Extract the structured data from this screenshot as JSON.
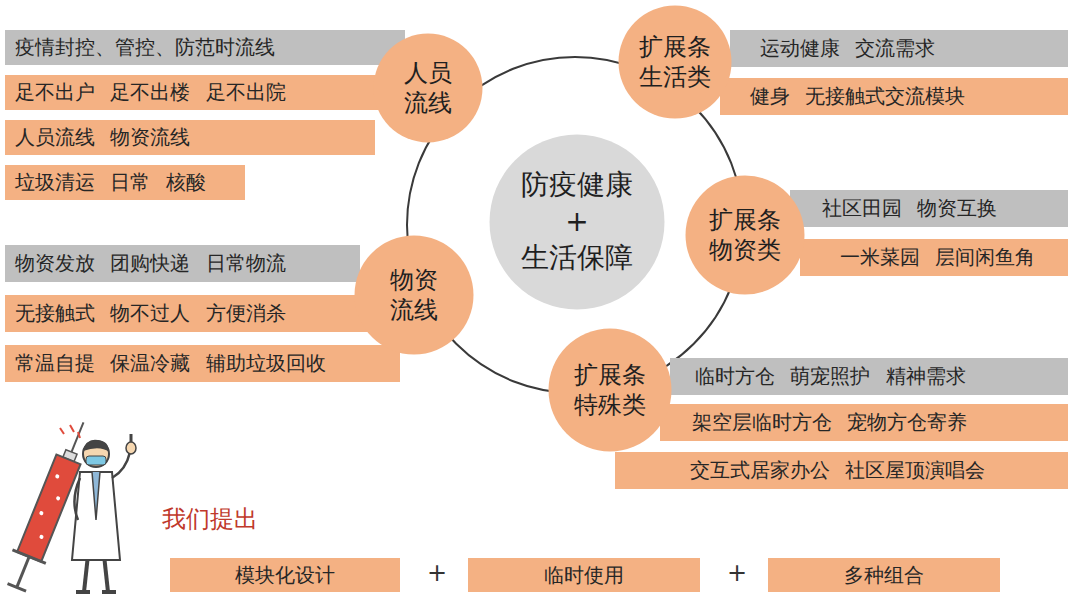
{
  "diagram": {
    "nodes": [
      {
        "text": [
          "疫情封控、管控、防范时流线"
        ]
      },
      {
        "text": [
          "人员流线"
        ]
      },
      {
        "text": [
          "足不出户 足不出楼 足不出院"
        ]
      },
      {
        "text": [
          "人员流线 物资流线"
        ]
      },
      {
        "text": [
          "垃圾清运 日常 核酸"
        ]
      },
      {
        "text": [
          "扩展条 生活类"
        ]
      },
      {
        "text": [
          "运动健康 交流需求"
        ]
      },
      {
        "text": [
          "健身 无接触式交流模块"
        ]
      },
      {
        "text": [
          "防疫健康",
          "+",
          "生活保障"
        ]
      },
      {
        "text": [
          "扩展条 物资类"
        ]
      },
      {
        "text": [
          "社区田园 物资互换"
        ]
      },
      {
        "text": [
          "一米菜园 层间闲鱼角"
        ]
      },
      {
        "text": [
          "物资发放 团购快递 日常物流"
        ]
      },
      {
        "text": [
          "物资流线"
        ]
      },
      {
        "text": [
          "无接触式 物不过人 方便消杀"
        ]
      },
      {
        "text": [
          "常温自提 保温冷藏 辅助垃圾回收"
        ]
      },
      {
        "text": [
          "扩展条 特殊类"
        ]
      },
      {
        "text": [
          "临时方仓 萌宠照护 精神需求"
        ]
      },
      {
        "text": [
          "架空层临时方仓 宠物方仓寄养"
        ]
      },
      {
        "text": [
          "交互式居家办公 社区屋顶演唱会"
        ]
      },
      {
        "text": [
          "模块化设计"
        ]
      },
      {
        "text": [
          "临时使用"
        ]
      },
      {
        "text": [
          "多种组合"
        ]
      }
    ],
    "labels": [
      "我们提出",
      "+",
      "+"
    ]
  }
}
